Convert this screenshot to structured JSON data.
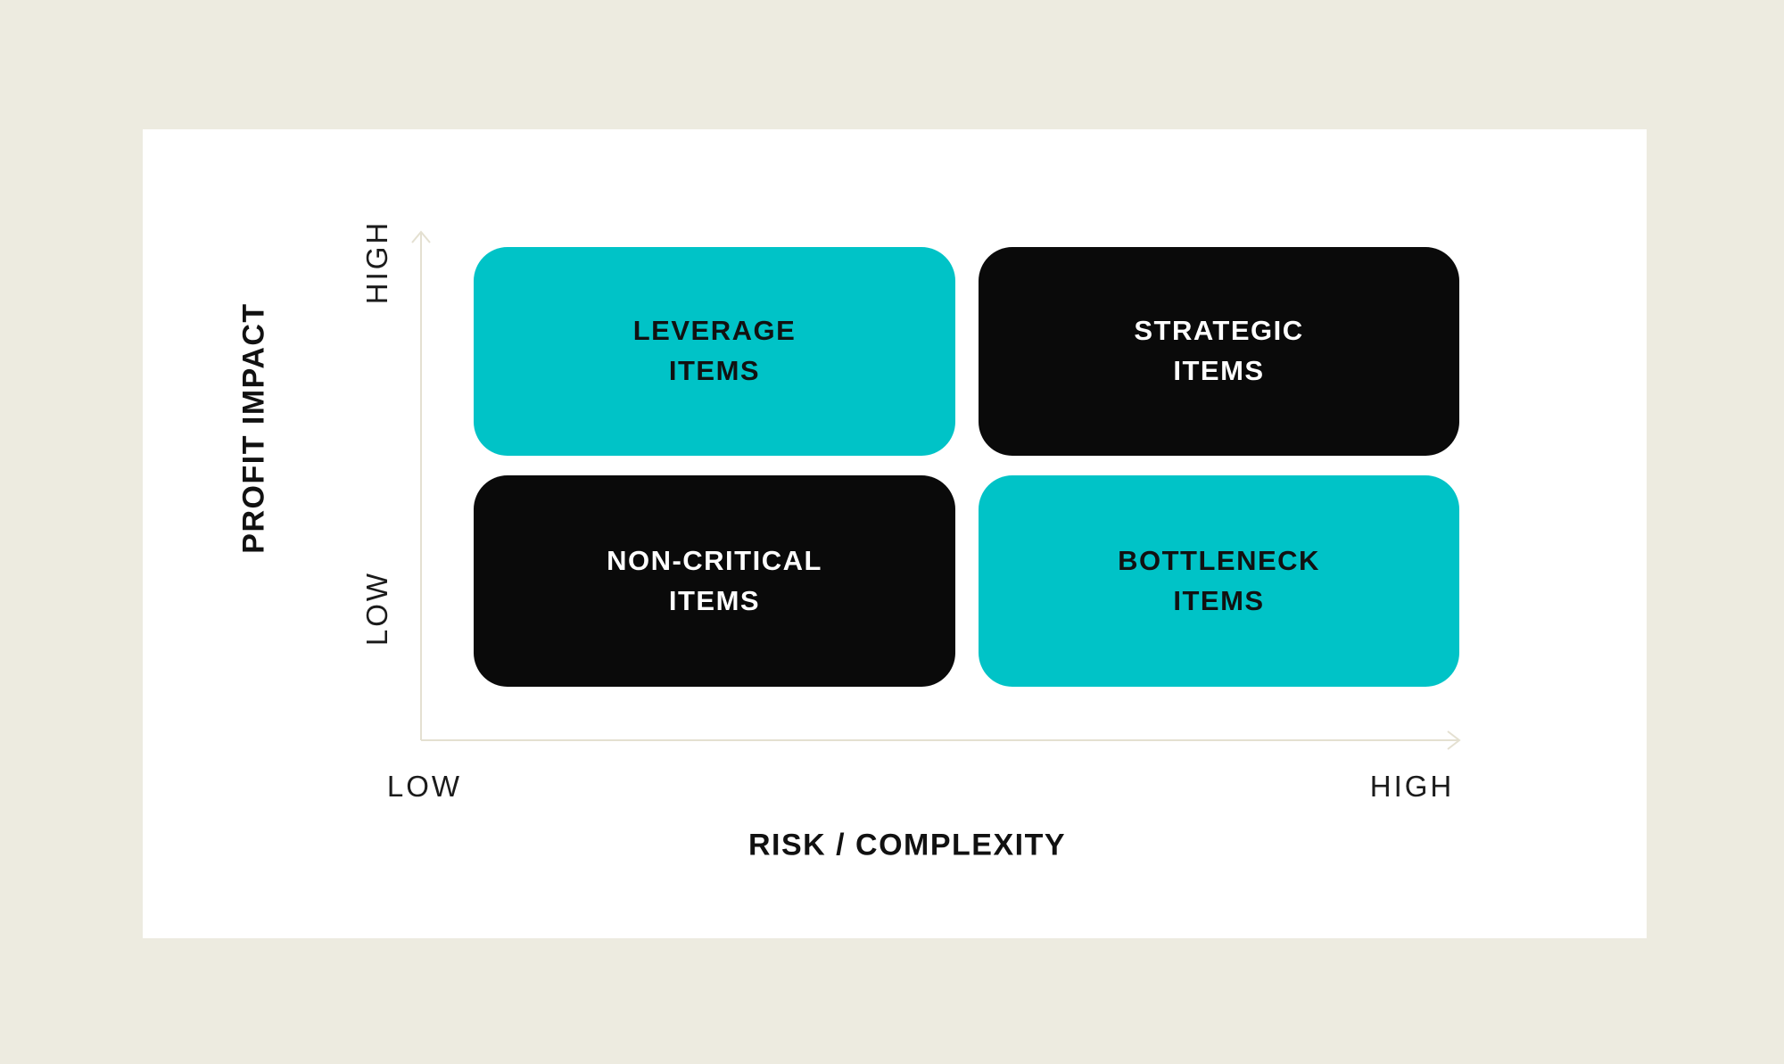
{
  "page": {
    "background_color": "#EDEBE0",
    "card_background_color": "#FFFFFF"
  },
  "matrix": {
    "type": "quadrant-2x2",
    "accent_color": "#00C3C7",
    "dark_color": "#0A0A0A",
    "axis_color": "#E4E0D1",
    "y_axis": {
      "title": "PROFIT IMPACT",
      "high_label": "HIGH",
      "low_label": "LOW"
    },
    "x_axis": {
      "title": "RISK / COMPLEXITY",
      "low_label": "LOW",
      "high_label": "HIGH"
    },
    "quadrants": [
      {
        "id": "leverage",
        "position": "top-left",
        "lines": [
          "LEVERAGE",
          "ITEMS"
        ],
        "background": "#00C3C7",
        "text_color": "#111111"
      },
      {
        "id": "strategic",
        "position": "top-right",
        "lines": [
          "STRATEGIC",
          "ITEMS"
        ],
        "background": "#0A0A0A",
        "text_color": "#FFFFFF"
      },
      {
        "id": "non-critical",
        "position": "bottom-left",
        "lines": [
          "NON-CRITICAL",
          "ITEMS"
        ],
        "background": "#0A0A0A",
        "text_color": "#FFFFFF"
      },
      {
        "id": "bottleneck",
        "position": "bottom-right",
        "lines": [
          "BOTTLENECK",
          "ITEMS"
        ],
        "background": "#00C3C7",
        "text_color": "#111111"
      }
    ]
  }
}
